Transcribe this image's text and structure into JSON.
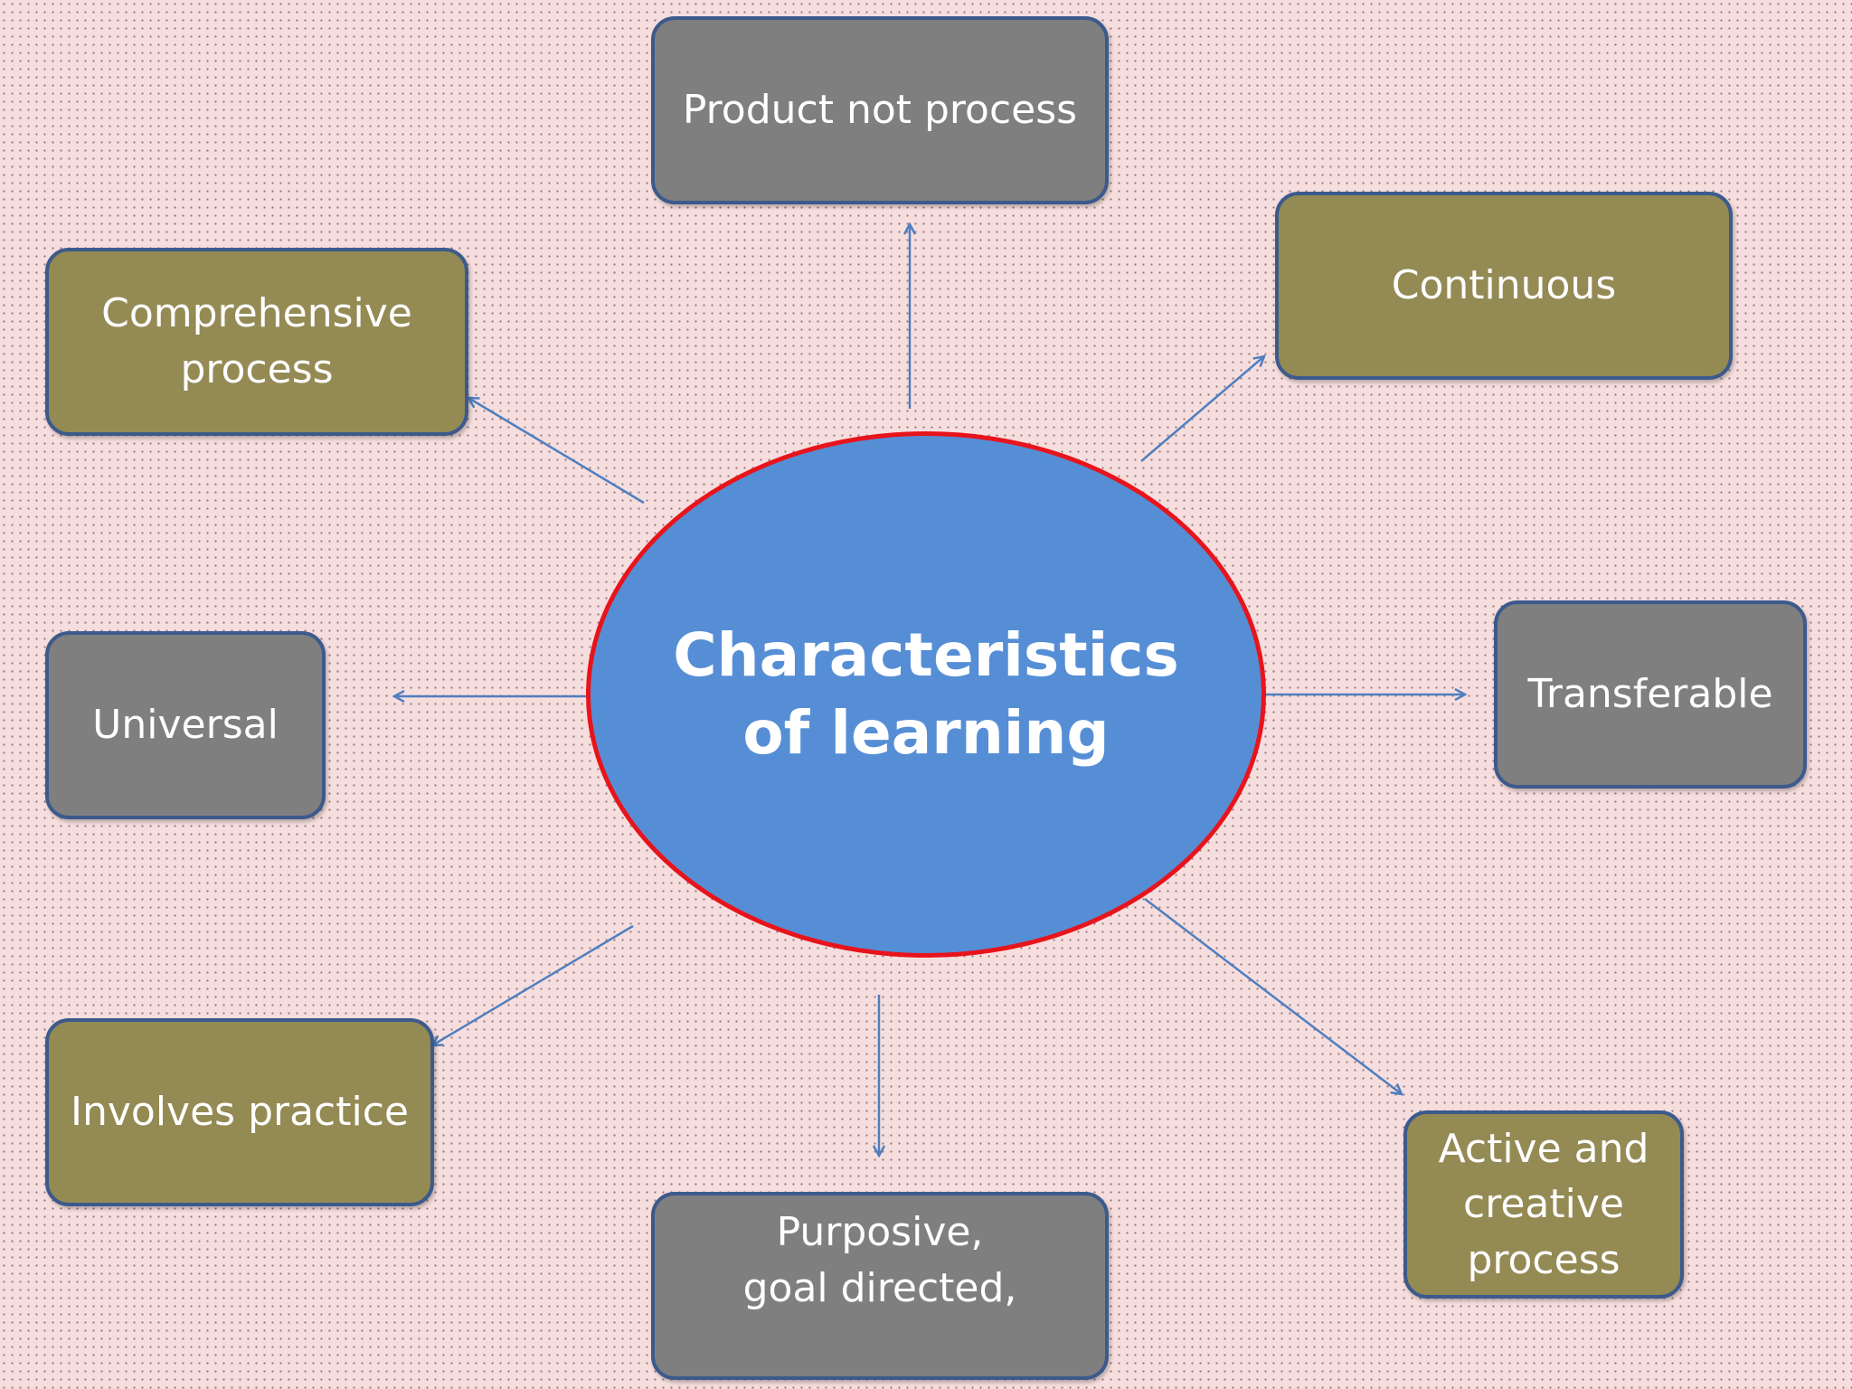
{
  "diagram": {
    "center": {
      "label": "Characteristics\nof learning"
    },
    "nodes": [
      {
        "id": "top",
        "label": "Product not process",
        "fill": "gray"
      },
      {
        "id": "topright",
        "label": "Continuous",
        "fill": "olive"
      },
      {
        "id": "right",
        "label": "Transferable",
        "fill": "gray"
      },
      {
        "id": "botright",
        "label": "Active and\ncreative\nprocess",
        "fill": "olive"
      },
      {
        "id": "bottom",
        "label": "Purposive,\ngoal directed,",
        "fill": "gray"
      },
      {
        "id": "botleft",
        "label": "Involves practice",
        "fill": "olive"
      },
      {
        "id": "left",
        "label": "Universal",
        "fill": "gray"
      },
      {
        "id": "topleft",
        "label": "Comprehensive\nprocess",
        "fill": "olive"
      }
    ],
    "edges": [
      {
        "from": "center",
        "to": "top"
      },
      {
        "from": "center",
        "to": "topright"
      },
      {
        "from": "center",
        "to": "right"
      },
      {
        "from": "center",
        "to": "botright"
      },
      {
        "from": "center",
        "to": "bottom"
      },
      {
        "from": "center",
        "to": "botleft"
      },
      {
        "from": "center",
        "to": "left"
      },
      {
        "from": "center",
        "to": "topleft"
      }
    ],
    "colors": {
      "background": "#f7dede",
      "gray_box": "#7f7f7f",
      "olive_box": "#948a54",
      "box_border": "#3c5a8c",
      "center_fill": "#568ed6",
      "center_border": "#e8141c",
      "arrow": "#4f7fc0"
    }
  }
}
